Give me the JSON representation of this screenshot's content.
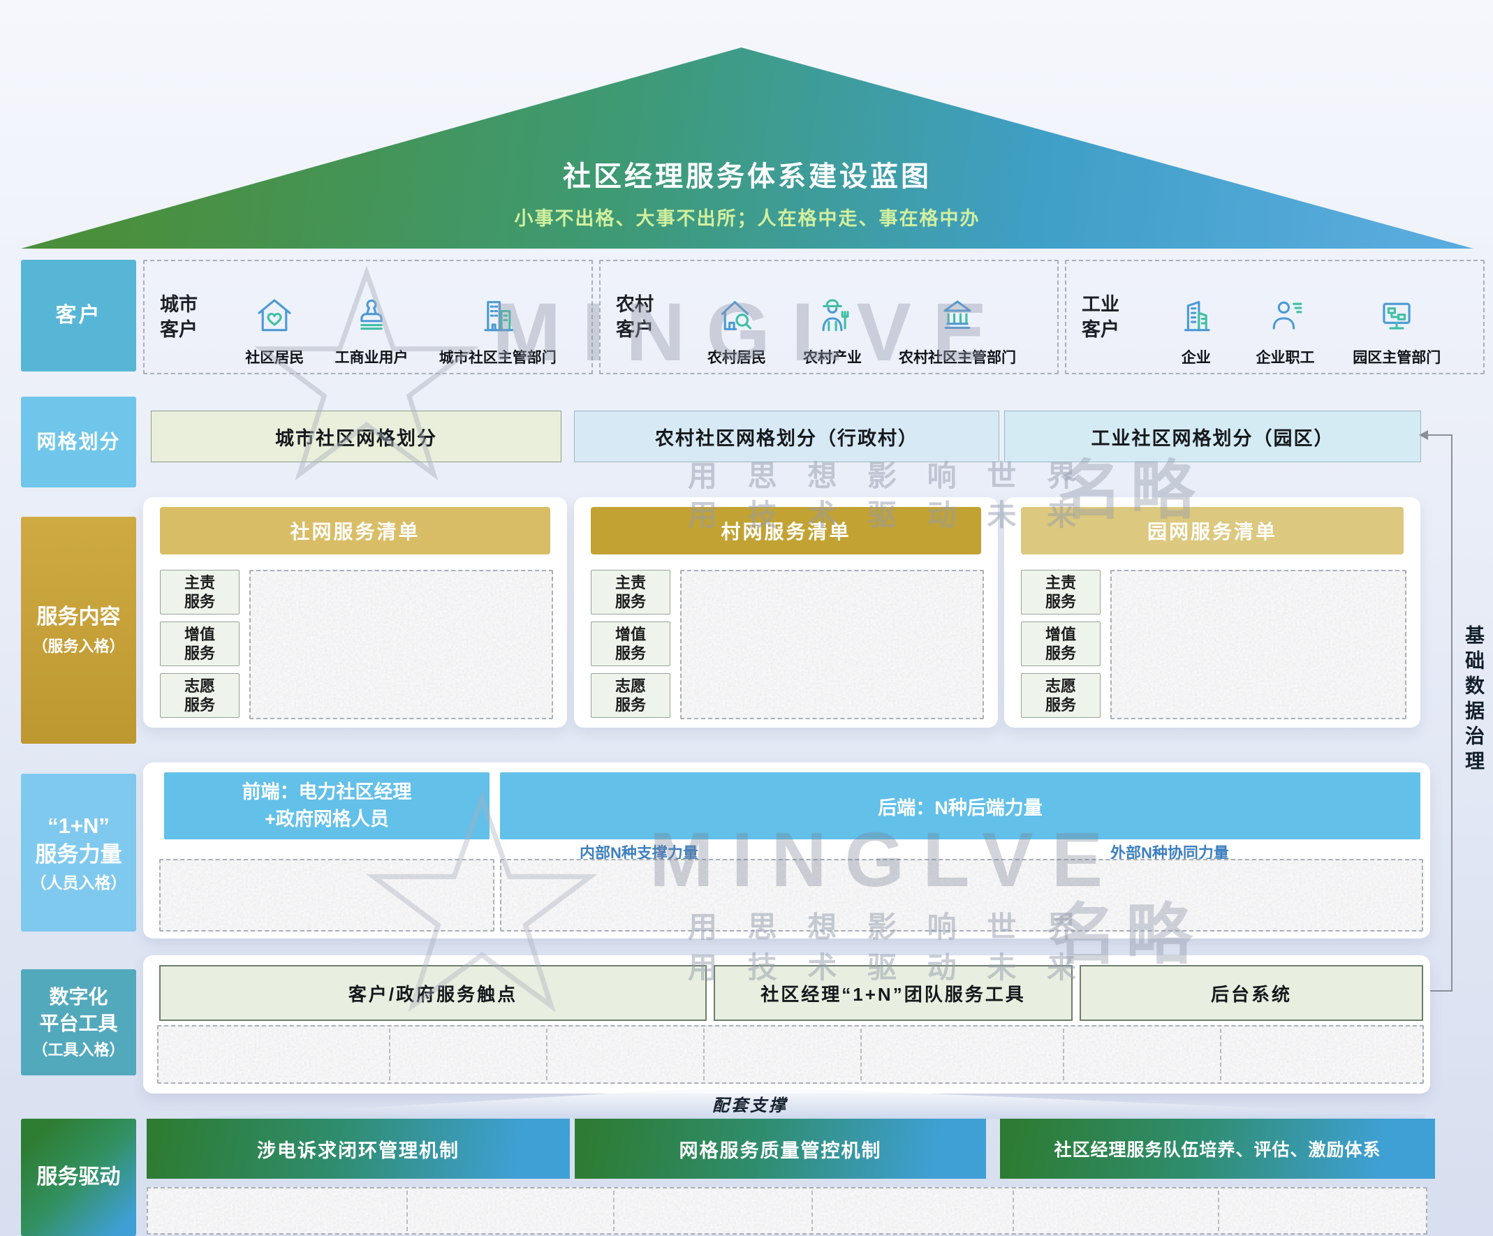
{
  "roof": {
    "title": "社区经理服务体系建设蓝图",
    "subtitle": "小事不出格、大事不出所；人在格中走、事在格中办",
    "gradient_left": "#4a8f3c",
    "gradient_right": "#58abdd"
  },
  "watermark": {
    "brand": "MINGLVE",
    "tagline1": "用 思 想 影 响 世 界",
    "tagline2": "用 技 术 驱 动 未 来",
    "cn_brand": "名略"
  },
  "customers": {
    "label": "客户",
    "label_color": "#57b6d6",
    "groups": [
      {
        "name1": "城市",
        "name2": "客户",
        "items": [
          {
            "icon": "house-heart-icon",
            "label": "社区居民"
          },
          {
            "icon": "stamp-icon",
            "label": "工商业用户"
          },
          {
            "icon": "city-buildings-icon",
            "label": "城市社区主管部门"
          }
        ]
      },
      {
        "name1": "农村",
        "name2": "客户",
        "items": [
          {
            "icon": "house-search-icon",
            "label": "农村居民"
          },
          {
            "icon": "farmer-icon",
            "label": "农村产业"
          },
          {
            "icon": "bank-icon",
            "label": "农村社区主管部门"
          }
        ]
      },
      {
        "name1": "工业",
        "name2": "客户",
        "items": [
          {
            "icon": "enterprise-building-icon",
            "label": "企业"
          },
          {
            "icon": "employee-icon",
            "label": "企业职工"
          },
          {
            "icon": "monitor-flowchart-icon",
            "label": "园区主管部门"
          }
        ]
      }
    ]
  },
  "grid": {
    "label": "网格划分",
    "label_color": "#6fc6ea",
    "boxes": [
      {
        "text": "城市社区网格划分",
        "bg": "#e9efda"
      },
      {
        "text": "农村社区网格划分（行政村）",
        "bg": "#d7e9f4"
      },
      {
        "text": "工业社区网格划分（园区）",
        "bg": "#d4ebf4"
      }
    ]
  },
  "service_content": {
    "label": "服务内容",
    "sublabel": "（服务入格）",
    "label_color": "#c7a43c",
    "tags": [
      {
        "text": "主责服务"
      },
      {
        "text": "增值服务"
      },
      {
        "text": "志愿服务"
      }
    ],
    "cards": [
      {
        "header": "社网服务清单",
        "header_bg": "#d9bd66"
      },
      {
        "header": "村网服务清单",
        "header_bg": "#c2a233"
      },
      {
        "header": "园网服务清单",
        "header_bg": "#dcc87e"
      }
    ]
  },
  "service_force": {
    "label1": "“1+N”",
    "label2": "服务力量",
    "label3": "（人员入格）",
    "label_color": "#7fc9ef",
    "front1": "前端：电力社区经理",
    "front2": "+政府网格人员",
    "back": "后端：N种后端力量",
    "back_sub_left": "内部N种支撑力量",
    "back_sub_right": "外部N种协同力量"
  },
  "digital": {
    "label1": "数字化",
    "label2": "平台工具",
    "label3": "（工具入格）",
    "label_color": "#53a9bc",
    "boxes": [
      {
        "text": "客户/政府服务触点"
      },
      {
        "text": "社区经理“1+N”团队服务工具"
      },
      {
        "text": "后台系统"
      }
    ]
  },
  "support": {
    "label": "配套支撑"
  },
  "drive": {
    "label": "服务驱动",
    "boxes": [
      {
        "text": "涉电诉求闭环管理机制"
      },
      {
        "text": "网格服务质量管控机制"
      },
      {
        "text": "社区经理服务队伍培养、评估、激励体系"
      }
    ]
  },
  "side": {
    "label": "基础数据治理"
  }
}
